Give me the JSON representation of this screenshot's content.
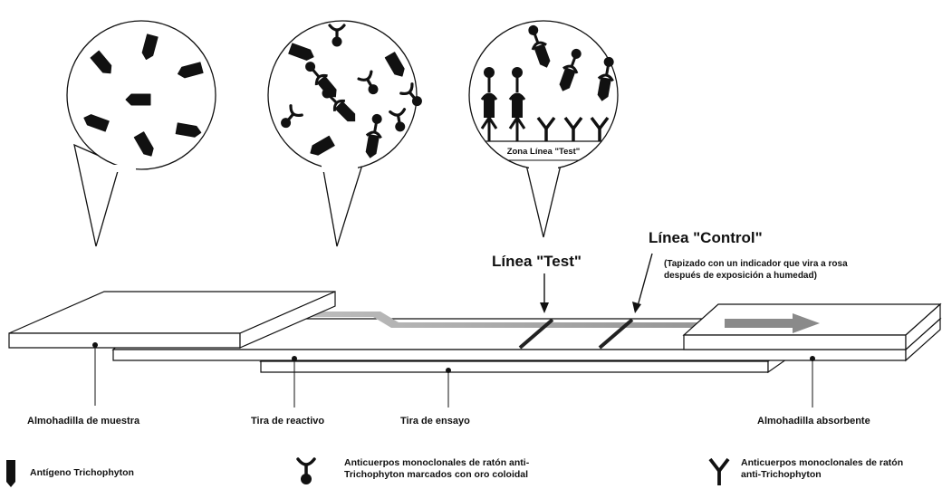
{
  "diagram": {
    "zone_label": "Zona Línea \"Test\"",
    "test_line_label": "Línea \"Test\"",
    "control_line_label": "Línea \"Control\"",
    "control_note": [
      "(Tapizado con un indicador que vira a rosa",
      "después de exposición a humedad)"
    ],
    "parts": {
      "sample_pad": "Almohadilla de muestra",
      "reagent_strip": "Tira de reactivo",
      "test_strip": "Tira de ensayo",
      "absorbent_pad": "Almohadilla absorbente"
    },
    "legend": {
      "antigen": "Antígeno Trichophyton",
      "labeled_antibody": [
        "Anticuerpos monoclonales de ratón anti-",
        "Trichophyton marcados con oro coloidal"
      ],
      "antibody": [
        "Anticuerpos monoclonales de ratón",
        "anti-Trichophyton"
      ]
    },
    "colors": {
      "ink": "#111111",
      "arrow_gray": "#8a8a8a",
      "paper": "#ffffff"
    }
  }
}
